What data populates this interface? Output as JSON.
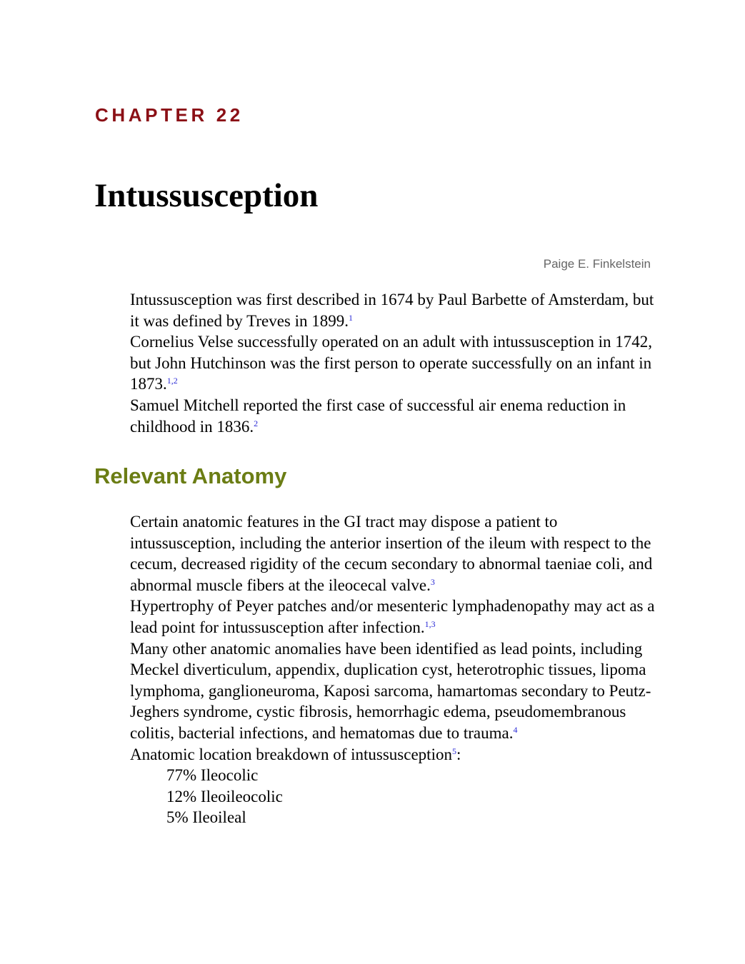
{
  "chapter": {
    "label": "CHAPTER 22",
    "title": "Intussusception",
    "author": "Paige E. Finkelstein"
  },
  "intro": {
    "paragraphs": [
      {
        "text": "Intussusception was first described in 1674 by Paul Barbette of Amsterdam, but it was defined by Treves in 1899.",
        "ref": "1"
      },
      {
        "text": "Cornelius Velse successfully operated on an adult with intussusception in 1742, but John Hutchinson was the first person to operate successfully on an infant in 1873.",
        "ref": "1,2"
      },
      {
        "text": "Samuel Mitchell reported the first case of successful air enema reduction in childhood in 1836.",
        "ref": "2"
      }
    ]
  },
  "anatomy": {
    "heading": "Relevant Anatomy",
    "paragraphs": [
      {
        "text": "Certain anatomic features in the GI tract may dispose a patient to intussusception, including the anterior insertion of the ileum with respect to the cecum, decreased rigidity of the cecum secondary to abnormal taeniae coli, and abnormal muscle fibers at the ileocecal valve.",
        "ref": "3"
      },
      {
        "text": "Hypertrophy of Peyer patches and/or mesenteric lymphadenopathy may act as a lead point for intussusception after infection.",
        "ref": "1,3"
      },
      {
        "text": "Many other anatomic anomalies have been identified as lead points, including Meckel diverticulum, appendix, duplication cyst, heterotrophic tissues, lipoma lymphoma, ganglioneuroma, Kaposi sarcoma, hamartomas secondary to Peutz-Jeghers syndrome, cystic fibrosis, hemorrhagic edema, pseudomembranous colitis, bacterial infections, and hematomas due to trauma.",
        "ref": "4"
      }
    ],
    "breakdown": {
      "lead": "Anatomic location breakdown of intussusception",
      "ref": "5",
      "tail": ":",
      "items": [
        "77% Ileocolic",
        "12% Ileoileocolic",
        "5% Ileoileal"
      ]
    }
  },
  "colors": {
    "chapter_label": "#8b1016",
    "section_heading": "#6b7d14",
    "reference_link": "#2b2bd6",
    "author": "#666666"
  }
}
